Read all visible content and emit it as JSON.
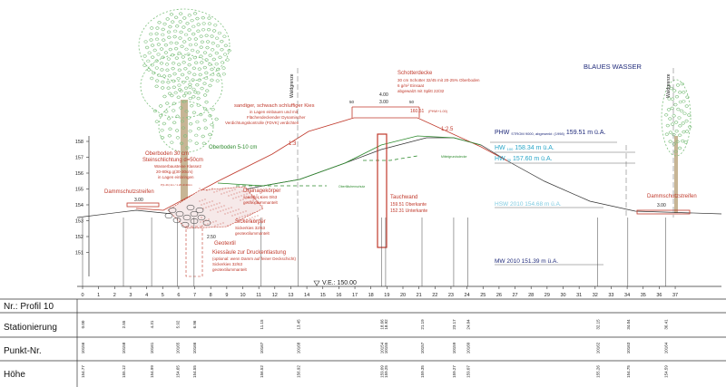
{
  "header": {
    "blaues_wasser": "BLAUES WASSER",
    "profile_label": "Nr.: Profil 10",
    "ve_label": "V.E.: 150.00"
  },
  "water_levels": {
    "phw": "PHW",
    "phw_sub": "STROM 9000, abgesenkt",
    "phw_sub2": "(1998)",
    "phw_value": "159.51 m ü.A.",
    "hw100": "HW",
    "hw100_sub": "100",
    "hw100_value": "158.34 m ü.A.",
    "hw30": "HW",
    "hw30_sub": "30",
    "hw30_value": "157.60 m ü.A.",
    "hsw": "HSW 2010  154.68 m ü.A.",
    "mw": "MW 2010  151.39 m ü.A."
  },
  "labels": {
    "schutterdecke": "Schotterdecke",
    "schutterdecke_l1": "30 cm Schotter 32/45 mit 20-25% Oberboden",
    "schutterdecke_l2": "6 g/m² Einsaat",
    "schutterdecke_l3": "abgewalzt mit Splitt 22/32",
    "width_400": "4.00",
    "width_300": "3.00",
    "half_50_l": "50",
    "half_50_r": "50",
    "top_level": "160.51",
    "top_level_sub": "(PHW+1.00)",
    "kies": "sandiger, schwach schluffiger Kies",
    "kies_l1": "in Lagen einbauen und mit",
    "kies_l2": "Flächendeckender Dynamischer",
    "kies_l3": "Verdichtungskontrolle (FDVK) verdichten",
    "oberboden_30": "Oberboden 30 cm",
    "steinschlichtung": "Steinschlichtung d=50cm",
    "steinschlichtung_l1": "Wasserbausteine Klasse2",
    "steinschlichtung_l2": "20-80kg.g(30-30cm)",
    "steinschlichtung_l3": "in Lagen einbringen",
    "oberboden_510": "Oberboden 5-10 cm",
    "slope_left": "1:3",
    "slope_right": "1:2.5",
    "dammschutz_left": "Dammschutzstreifen",
    "dammschutz_right": "Dammschutzstreifen",
    "width_left": "3.00",
    "width_right": "3.00",
    "drainage": "Drainagekörper",
    "drainage_l1": "sandiger Kies 0/63",
    "drainage_l2": "geotextilummantelt",
    "sicker": "Sickerkörper",
    "sicker_l1": "Sickerkies 32/63",
    "sicker_l2": "geotextilummantelt",
    "geotextil": "Geotextil",
    "kiessaule": "Kiessäule zur Druckentlastung",
    "kiessaule_l1": "(optional: wenn Damm auf feiner Deckschicht)",
    "kiessaule_l2": "Sickerkies 32/63",
    "kiessaule_l3": "geotextilummantelt",
    "dim_250": "2.50",
    "tauchwand": "Tauchwand",
    "tauchwand_l1": "159.51  Oberkante",
    "tauchwand_l2": "152.31  Unterkante",
    "oberflache_small": "Oberflächenschutz",
    "mittel_small": "Mittelgrundsdecke",
    "waldgrenze_left": "Waldgrenze",
    "waldgrenze_right": "Waldgrenze",
    "small_dims": "P(1.2b) 2m / 1.20 d=40cm"
  },
  "y_axis": [
    "158",
    "157",
    "156",
    "155",
    "154",
    "153",
    "152",
    "151"
  ],
  "x_axis": [
    "0",
    "1",
    "2",
    "3",
    "4",
    "5",
    "6",
    "7",
    "8",
    "9",
    "10",
    "11",
    "12",
    "13",
    "14",
    "15",
    "16",
    "17",
    "18",
    "19",
    "20",
    "21",
    "22",
    "23",
    "24",
    "25",
    "26",
    "27",
    "28",
    "29",
    "30",
    "31",
    "32",
    "33",
    "34",
    "35",
    "36",
    "37"
  ],
  "table": {
    "row_labels": [
      "Stationierung",
      "Punkt-Nr.",
      "Höhe"
    ],
    "columns": [
      {
        "station": "0.00",
        "punkt": "10156",
        "hoehe": "154.77"
      },
      {
        "station": "2.55",
        "punkt": "10158",
        "hoehe": "155.12"
      },
      {
        "station": "4.31",
        "punkt": "10161",
        "hoehe": "154.99"
      },
      {
        "station": "5.92",
        "punkt": "10165",
        "hoehe": "154.65"
      },
      {
        "station": "6.96",
        "punkt": "10166",
        "hoehe": "154.55"
      },
      {
        "station": "11.15",
        "punkt": "10167",
        "hoehe": "156.52"
      },
      {
        "station": "13.45",
        "punkt": "10168",
        "hoehe": "156.92"
      },
      {
        "station": "18.66",
        "punkt": "10154",
        "hoehe": "159.09"
      },
      {
        "station": "18.92",
        "punkt": "10155",
        "hoehe": "159.25"
      },
      {
        "station": "21.19",
        "punkt": "10157",
        "hoehe": "159.35"
      },
      {
        "station": "23.17",
        "punkt": "10159",
        "hoehe": "159.27"
      },
      {
        "station": "24.04",
        "punkt": "10160",
        "hoehe": "159.07"
      },
      {
        "station": "32.15",
        "punkt": "10162",
        "hoehe": "155.26"
      },
      {
        "station": "34.04",
        "punkt": "10163",
        "hoehe": "154.75"
      },
      {
        "station": "36.41",
        "punkt": "10164",
        "hoehe": "154.59"
      }
    ]
  },
  "colors": {
    "red": "#c0392b",
    "green": "#2e8b2e",
    "navy": "#1f2a7a",
    "cyan": "#2aa6c8",
    "tree": "#7ec07e"
  }
}
